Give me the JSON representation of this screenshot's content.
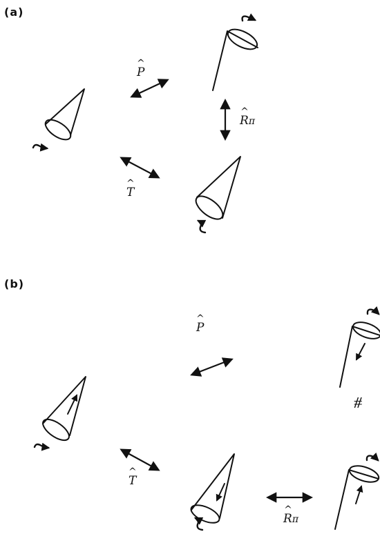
{
  "panels": [
    {
      "label": "(a)",
      "operators": {
        "parity": {
          "symbol": "P"
        },
        "time_reversal": {
          "symbol": "T"
        },
        "rotation": {
          "symbol": "R",
          "subscript": "π"
        }
      }
    },
    {
      "label": "(b)",
      "operators": {
        "parity": {
          "symbol": "P"
        },
        "time_reversal": {
          "symbol": "T"
        },
        "rotation": {
          "symbol": "R",
          "subscript": "π"
        }
      },
      "not_equivalent": "⧣"
    }
  ],
  "hat": "^"
}
